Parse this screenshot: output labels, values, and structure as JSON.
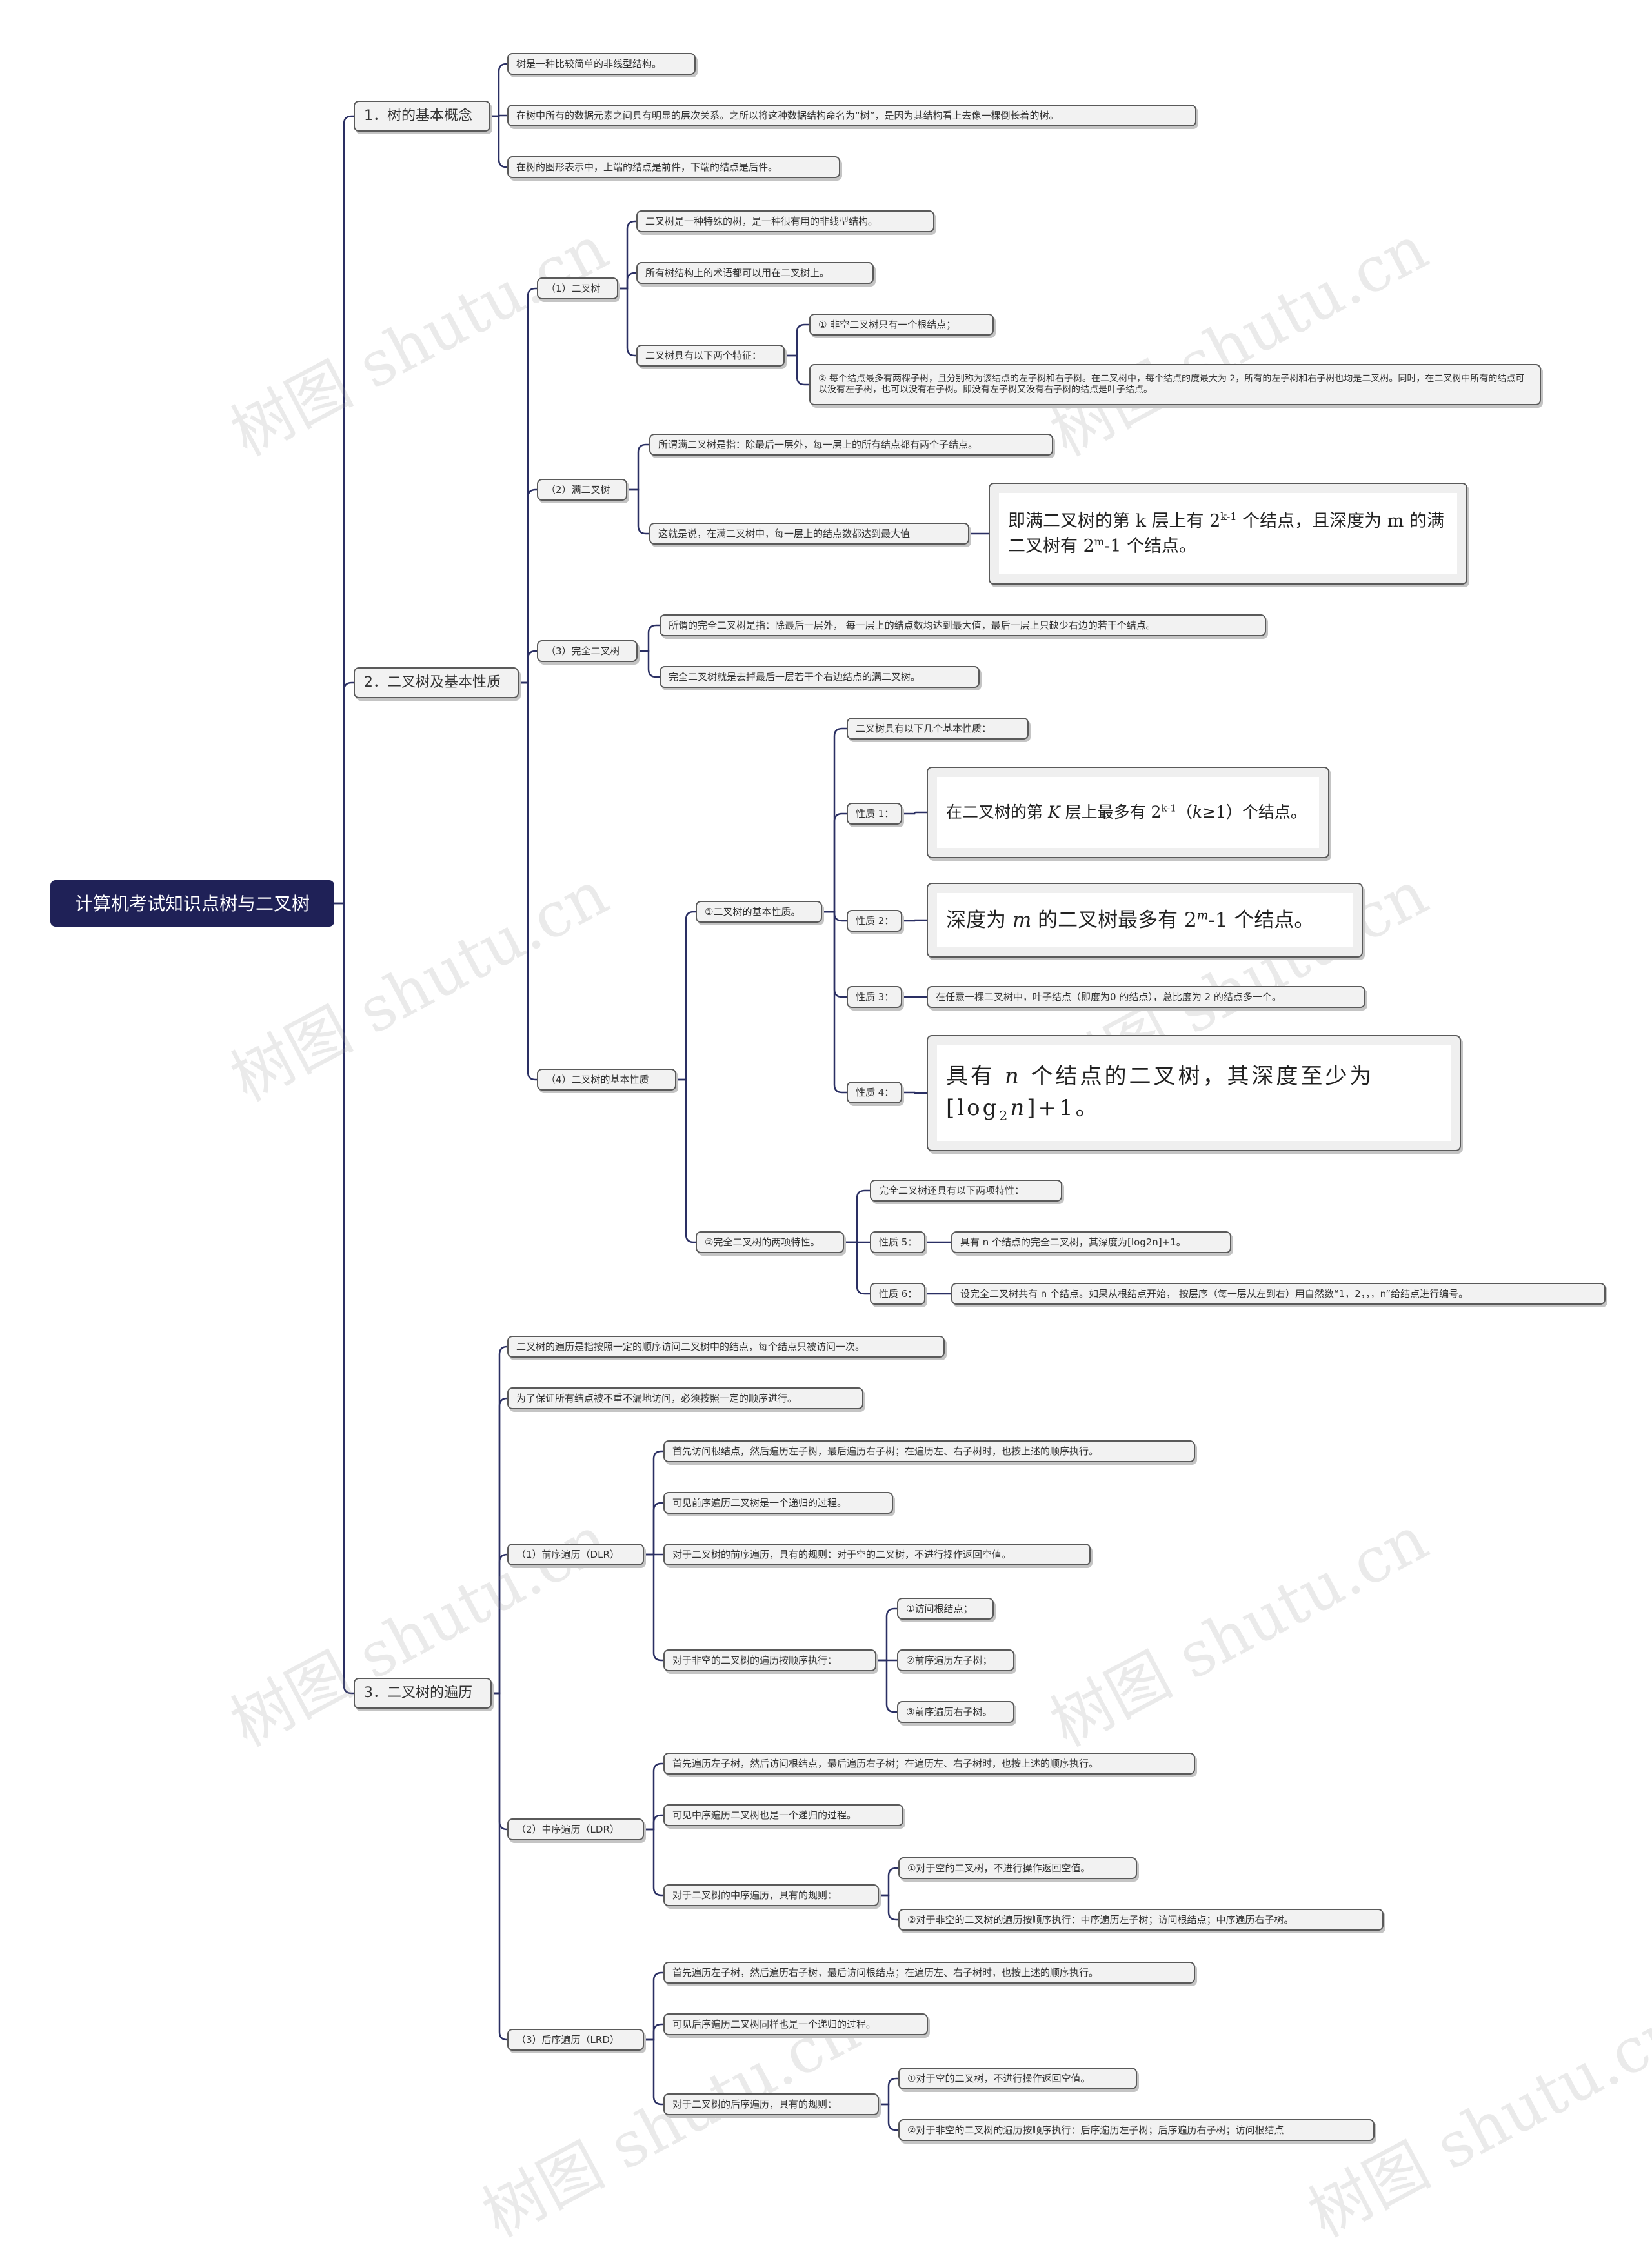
{
  "watermark": "树图 shutu.cn",
  "root": {
    "label": "计算机考试知识点树与二叉树"
  },
  "b1": {
    "label": "1．树的基本概念",
    "items": [
      "树是一种比较简单的非线型结构。",
      "在树中所有的数据元素之间具有明显的层次关系。之所以将这种数据结构命名为“树”，是因为其结构看上去像一棵倒长着的树。",
      "在树的图形表示中，上端的结点是前件，下端的结点是后件。"
    ]
  },
  "b2": {
    "label": "2．二叉树及基本性质",
    "s1": {
      "label": "（1）二叉树",
      "items": [
        "二叉树是一种特殊的树，是一种很有用的非线型结构。",
        "所有树结构上的术语都可以用在二叉树上。",
        "二叉树具有以下两个特征："
      ],
      "features": [
        "① 非空二叉树只有一个根结点；",
        "② 每个结点最多有两棵子树，且分别称为该结点的左子树和右子树。在二叉树中，每个结点的度最大为 2，所有的左子树和右子树也均是二叉树。同时，在二叉树中所有的结点可以没有左子树，也可以没有右子树。即没有左子树又没有右子树的结点是叶子结点。"
      ]
    },
    "s2": {
      "label": "（2）满二叉树",
      "items": [
        "所谓满二叉树是指：除最后一层外，每一层上的所有结点都有两个子结点。",
        "这就是说，在满二叉树中，每一层上的结点数都达到最大值"
      ],
      "math": {
        "t1": "即满二叉树的第 k 层上有 2",
        "sup1": "k-1",
        "t2": " 个结点，且深度为 m 的满二叉树有 2",
        "sup2": "m",
        "t3": "-1 个结点。"
      }
    },
    "s3": {
      "label": "（3）完全二叉树",
      "items": [
        "所谓的完全二叉树是指：除最后一层外， 每一层上的结点数均达到最大值，最后一层上只缺少右边的若干个结点。",
        "完全二叉树就是去掉最后一层若干个右边结点的满二叉树。"
      ]
    },
    "s4": {
      "label": "（4）二叉树的基本性质",
      "p1": {
        "label": "①二叉树的基本性质。",
        "intro": "二叉树具有以下几个基本性质：",
        "n1": "性质 1：",
        "m1": {
          "t1": "在二叉树的第 ",
          "v": "K",
          "t2": " 层上最多有 2",
          "sup": "k-1",
          "t3": "（",
          "v2": "k",
          "t4": "≥1）个结点。"
        },
        "n2": "性质 2：",
        "m2": {
          "t1": "深度为 ",
          "v": "m",
          "t2": " 的二叉树最多有 2",
          "sup": "m",
          "t3": "-1 个结点。"
        },
        "n3": "性质 3：",
        "t3": "在任意一棵二叉树中，叶子结点（即度为0 的结点），总比度为 2 的结点多一个。",
        "n4": "性质 4：",
        "m4": {
          "t1": "具有 ",
          "v": "n",
          "t2": " 个结点的二叉树，其深度至少为 [log",
          "sub": "2",
          "v2": "n",
          "t3": "]+1。"
        }
      },
      "p2": {
        "label": "②完全二叉树的两项特性。",
        "intro": "完全二叉树还具有以下两项特性：",
        "n5": "性质 5：",
        "t5": "具有 n 个结点的完全二叉树，其深度为[log2n]+1。",
        "n6": "性质 6：",
        "t6": "设完全二叉树共有 n 个结点。如果从根结点开始， 按层序（每一层从左到右）用自然数“1，2，，，n”给结点进行编号。"
      }
    }
  },
  "b3": {
    "label": "3．二叉树的遍历",
    "items": [
      "二叉树的遍历是指按照一定的顺序访问二叉树中的结点，每个结点只被访问一次。",
      "为了保证所有结点被不重不漏地访问，必须按照一定的顺序进行。"
    ],
    "pre": {
      "label": "（1）前序遍历（DLR）",
      "items": [
        "首先访问根结点，然后遍历左子树，最后遍历右子树；在遍历左、右子树时，也按上述的顺序执行。",
        "可见前序遍历二叉树是一个递归的过程。",
        "对于二叉树的前序遍历，具有的规则：对于空的二叉树，不进行操作返回空值。",
        "对于非空的二叉树的遍历按顺序执行："
      ],
      "steps": [
        "①访问根结点；",
        "②前序遍历左子树；",
        "③前序遍历右子树。"
      ]
    },
    "in": {
      "label": "（2）中序遍历（LDR）",
      "items": [
        "首先遍历左子树，然后访问根结点，最后遍历右子树；在遍历左、右子树时，也按上述的顺序执行。",
        "可见中序遍历二叉树也是一个递归的过程。",
        "对于二叉树的中序遍历，具有的规则："
      ],
      "rules": [
        "①对于空的二叉树，不进行操作返回空值。",
        "②对于非空的二叉树的遍历按顺序执行：中序遍历左子树；访问根结点；中序遍历右子树。"
      ]
    },
    "post": {
      "label": "（3）后序遍历（LRD）",
      "items": [
        "首先遍历左子树，然后遍历右子树，最后访问根结点；在遍历左、右子树时，也按上述的顺序执行。",
        "可见后序遍历二叉树同样也是一个递归的过程。",
        "对于二叉树的后序遍历，具有的规则："
      ],
      "rules": [
        "①对于空的二叉树，不进行操作返回空值。",
        "②对于非空的二叉树的遍历按顺序执行：后序遍历左子树；后序遍历右子树；访问根结点"
      ]
    }
  }
}
